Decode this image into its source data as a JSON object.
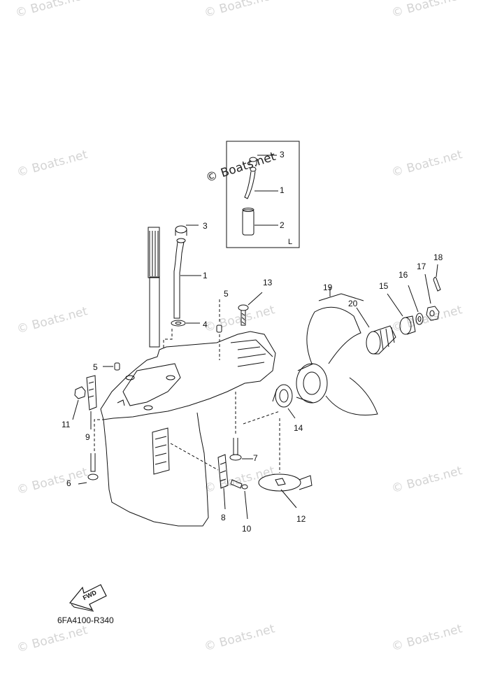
{
  "watermark_text": "© Boats.net",
  "inset_watermark_text": "© Boats.net",
  "drawing_code": "6FA4100-R340",
  "inset_label": "L",
  "fwd_arrow_text": "FWD",
  "callouts": [
    "1",
    "2",
    "3",
    "4",
    "5",
    "6",
    "7",
    "8",
    "9",
    "10",
    "11",
    "12",
    "13",
    "14",
    "15",
    "16",
    "17",
    "18",
    "19",
    "20"
  ],
  "colors": {
    "line": "#111111",
    "watermark": "#d4d4d4",
    "background": "#ffffff"
  }
}
